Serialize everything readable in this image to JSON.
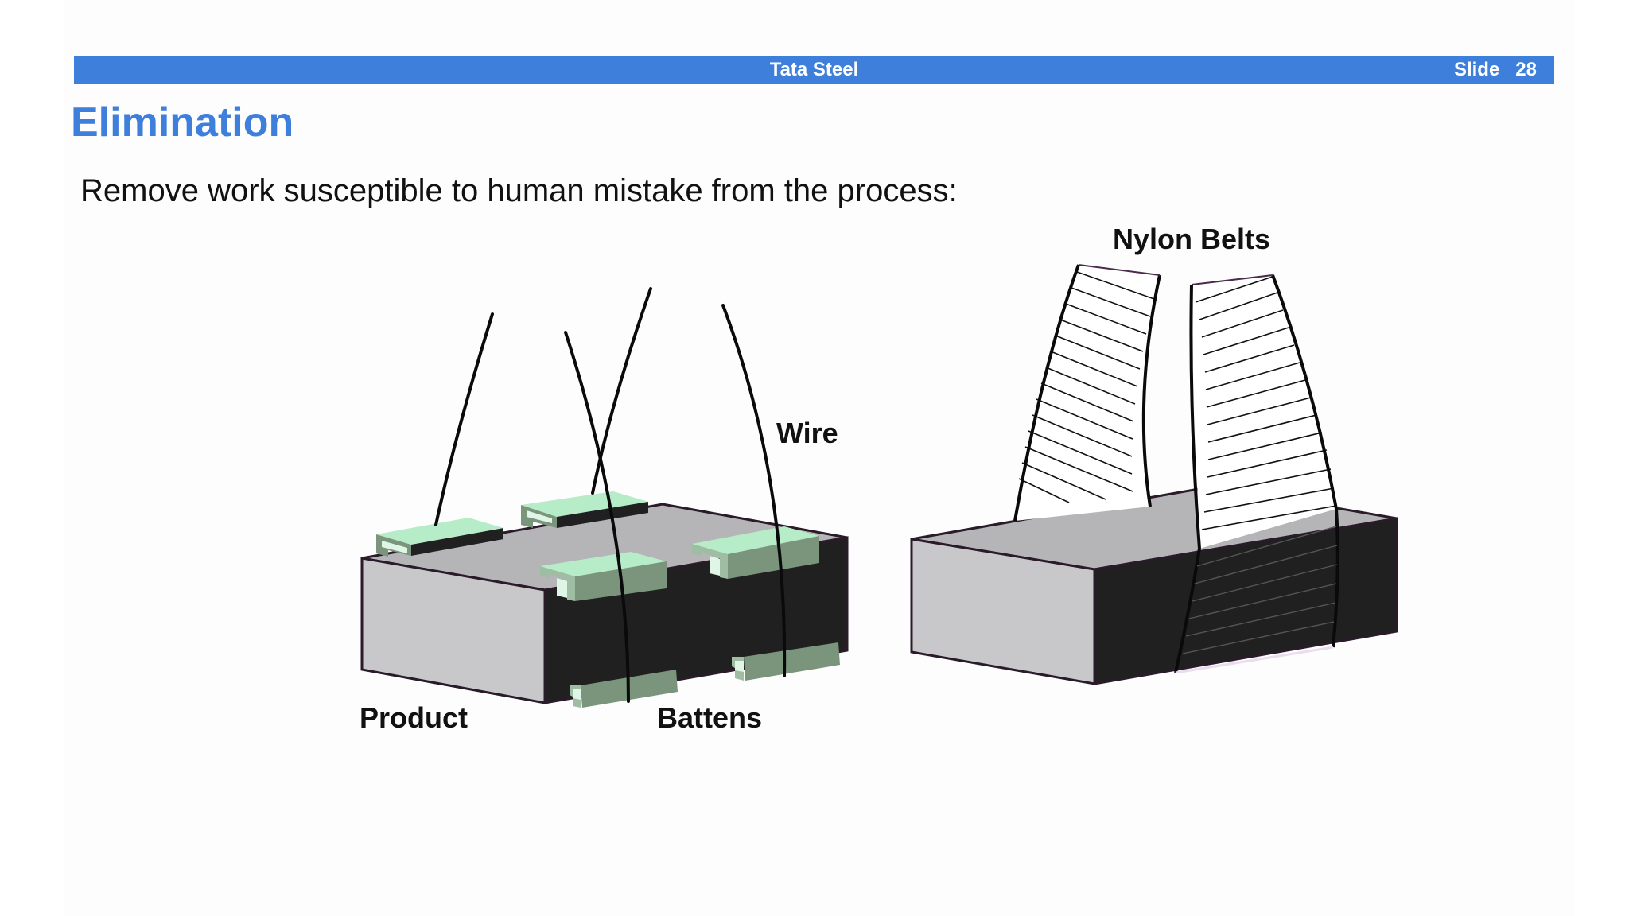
{
  "header": {
    "company": "Tata Steel",
    "slide": "Slide   28"
  },
  "title": "Elimination",
  "subtitle": "Remove work susceptible to human mistake from the process:",
  "labels": {
    "wire": "Wire",
    "nylon_belts": "Nylon Belts",
    "product": "Product",
    "battens": "Battens"
  },
  "colors": {
    "accent": "#3f7fdc",
    "product_front": "#c8c7ca",
    "product_top": "#b5b4b7",
    "product_side": "#202020",
    "batten": "#7b957d",
    "batten_light": "#b6ecc8"
  }
}
